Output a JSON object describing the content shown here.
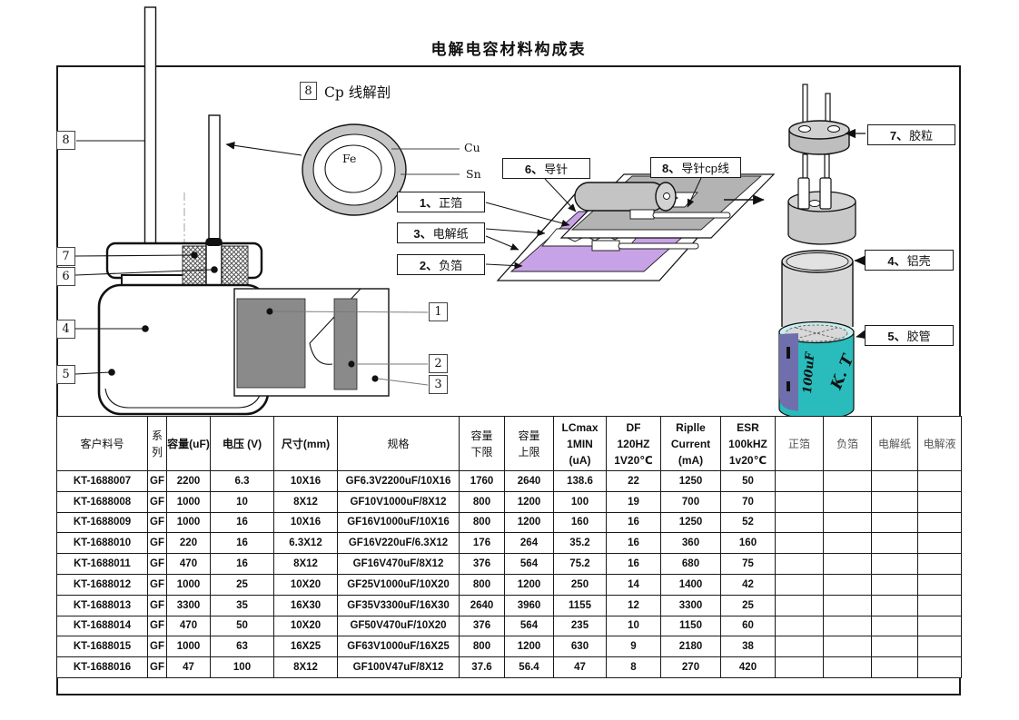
{
  "title": "电解电容材料构成表",
  "diagram": {
    "cp_title": "Cp 线解剖",
    "ring": {
      "core": "Fe",
      "outer": "Cu",
      "plating": "Sn"
    },
    "tags": {
      "t8a": "8",
      "t8b": "8",
      "t7": "7",
      "t6": "6",
      "t4": "4",
      "t5": "5",
      "t1": "1",
      "t2": "2",
      "t3": "3"
    },
    "callouts": {
      "c1": {
        "prefix": "1、",
        "label": "正箔"
      },
      "c2": {
        "prefix": "2、",
        "label": "负箔"
      },
      "c3": {
        "prefix": "3、",
        "label": "电解纸"
      },
      "c4": {
        "prefix": "4、",
        "label": "铝壳"
      },
      "c5": {
        "prefix": "5、",
        "label": "胶管"
      },
      "c6": {
        "prefix": "6、",
        "label": "导针"
      },
      "c7": {
        "prefix": "7、",
        "label": "胶粒"
      },
      "c8": {
        "prefix": "8、",
        "label": "导针cp线"
      }
    },
    "sleeve": {
      "capacity": "100uF",
      "brand": "K. T"
    },
    "colors": {
      "sleeve_teal": "#2abcbc",
      "sleeve_rim": "#c6eff0",
      "stripe_purple": "#6f6fae",
      "foil_purple": "#c8a2e6",
      "foil_dark_gray": "#8a8a8a"
    }
  },
  "table": {
    "headers": [
      {
        "lines": [
          "客户料号"
        ],
        "style": "cn"
      },
      {
        "lines": [
          "系",
          "列"
        ],
        "style": "cn"
      },
      {
        "lines": [
          "容量(uF)"
        ],
        "style": "mix"
      },
      {
        "lines": [
          "电压 (V)"
        ],
        "style": "mix"
      },
      {
        "lines": [
          "尺寸(mm)"
        ],
        "style": "mix"
      },
      {
        "lines": [
          "规格"
        ],
        "style": "cn"
      },
      {
        "lines": [
          "容量",
          "下限"
        ],
        "style": "cn"
      },
      {
        "lines": [
          "容量",
          "上限"
        ],
        "style": "cn"
      },
      {
        "lines": [
          "LCmax",
          "1MIN",
          "(uA)"
        ],
        "style": "en"
      },
      {
        "lines": [
          "DF",
          "120HZ",
          "1V20℃"
        ],
        "style": "en"
      },
      {
        "lines": [
          "Riplle",
          "Current",
          "(mA)"
        ],
        "style": "en"
      },
      {
        "lines": [
          "ESR",
          "100kHZ",
          "1v20℃"
        ],
        "style": "en"
      },
      {
        "lines": [
          "正箔"
        ],
        "style": "dim"
      },
      {
        "lines": [
          "负箔"
        ],
        "style": "dim"
      },
      {
        "lines": [
          "电解纸"
        ],
        "style": "dim"
      },
      {
        "lines": [
          "电解液"
        ],
        "style": "dim"
      }
    ],
    "rows": [
      [
        "KT-1688007",
        "GF",
        "2200",
        "6.3",
        "10X16",
        "GF6.3V2200uF/10X16",
        "1760",
        "2640",
        "138.6",
        "22",
        "1250",
        "50",
        "",
        "",
        "",
        ""
      ],
      [
        "KT-1688008",
        "GF",
        "1000",
        "10",
        "8X12",
        "GF10V1000uF/8X12",
        "800",
        "1200",
        "100",
        "19",
        "700",
        "70",
        "",
        "",
        "",
        ""
      ],
      [
        "KT-1688009",
        "GF",
        "1000",
        "16",
        "10X16",
        "GF16V1000uF/10X16",
        "800",
        "1200",
        "160",
        "16",
        "1250",
        "52",
        "",
        "",
        "",
        ""
      ],
      [
        "KT-1688010",
        "GF",
        "220",
        "16",
        "6.3X12",
        "GF16V220uF/6.3X12",
        "176",
        "264",
        "35.2",
        "16",
        "360",
        "160",
        "",
        "",
        "",
        ""
      ],
      [
        "KT-1688011",
        "GF",
        "470",
        "16",
        "8X12",
        "GF16V470uF/8X12",
        "376",
        "564",
        "75.2",
        "16",
        "680",
        "75",
        "",
        "",
        "",
        ""
      ],
      [
        "KT-1688012",
        "GF",
        "1000",
        "25",
        "10X20",
        "GF25V1000uF/10X20",
        "800",
        "1200",
        "250",
        "14",
        "1400",
        "42",
        "",
        "",
        "",
        ""
      ],
      [
        "KT-1688013",
        "GF",
        "3300",
        "35",
        "16X30",
        "GF35V3300uF/16X30",
        "2640",
        "3960",
        "1155",
        "12",
        "3300",
        "25",
        "",
        "",
        "",
        ""
      ],
      [
        "KT-1688014",
        "GF",
        "470",
        "50",
        "10X20",
        "GF50V470uF/10X20",
        "376",
        "564",
        "235",
        "10",
        "1150",
        "60",
        "",
        "",
        "",
        ""
      ],
      [
        "KT-1688015",
        "GF",
        "1000",
        "63",
        "16X25",
        "GF63V1000uF/16X25",
        "800",
        "1200",
        "630",
        "9",
        "2180",
        "38",
        "",
        "",
        "",
        ""
      ],
      [
        "KT-1688016",
        "GF",
        "47",
        "100",
        "8X12",
        "GF100V47uF/8X12",
        "37.6",
        "56.4",
        "47",
        "8",
        "270",
        "420",
        "",
        "",
        "",
        ""
      ]
    ]
  }
}
